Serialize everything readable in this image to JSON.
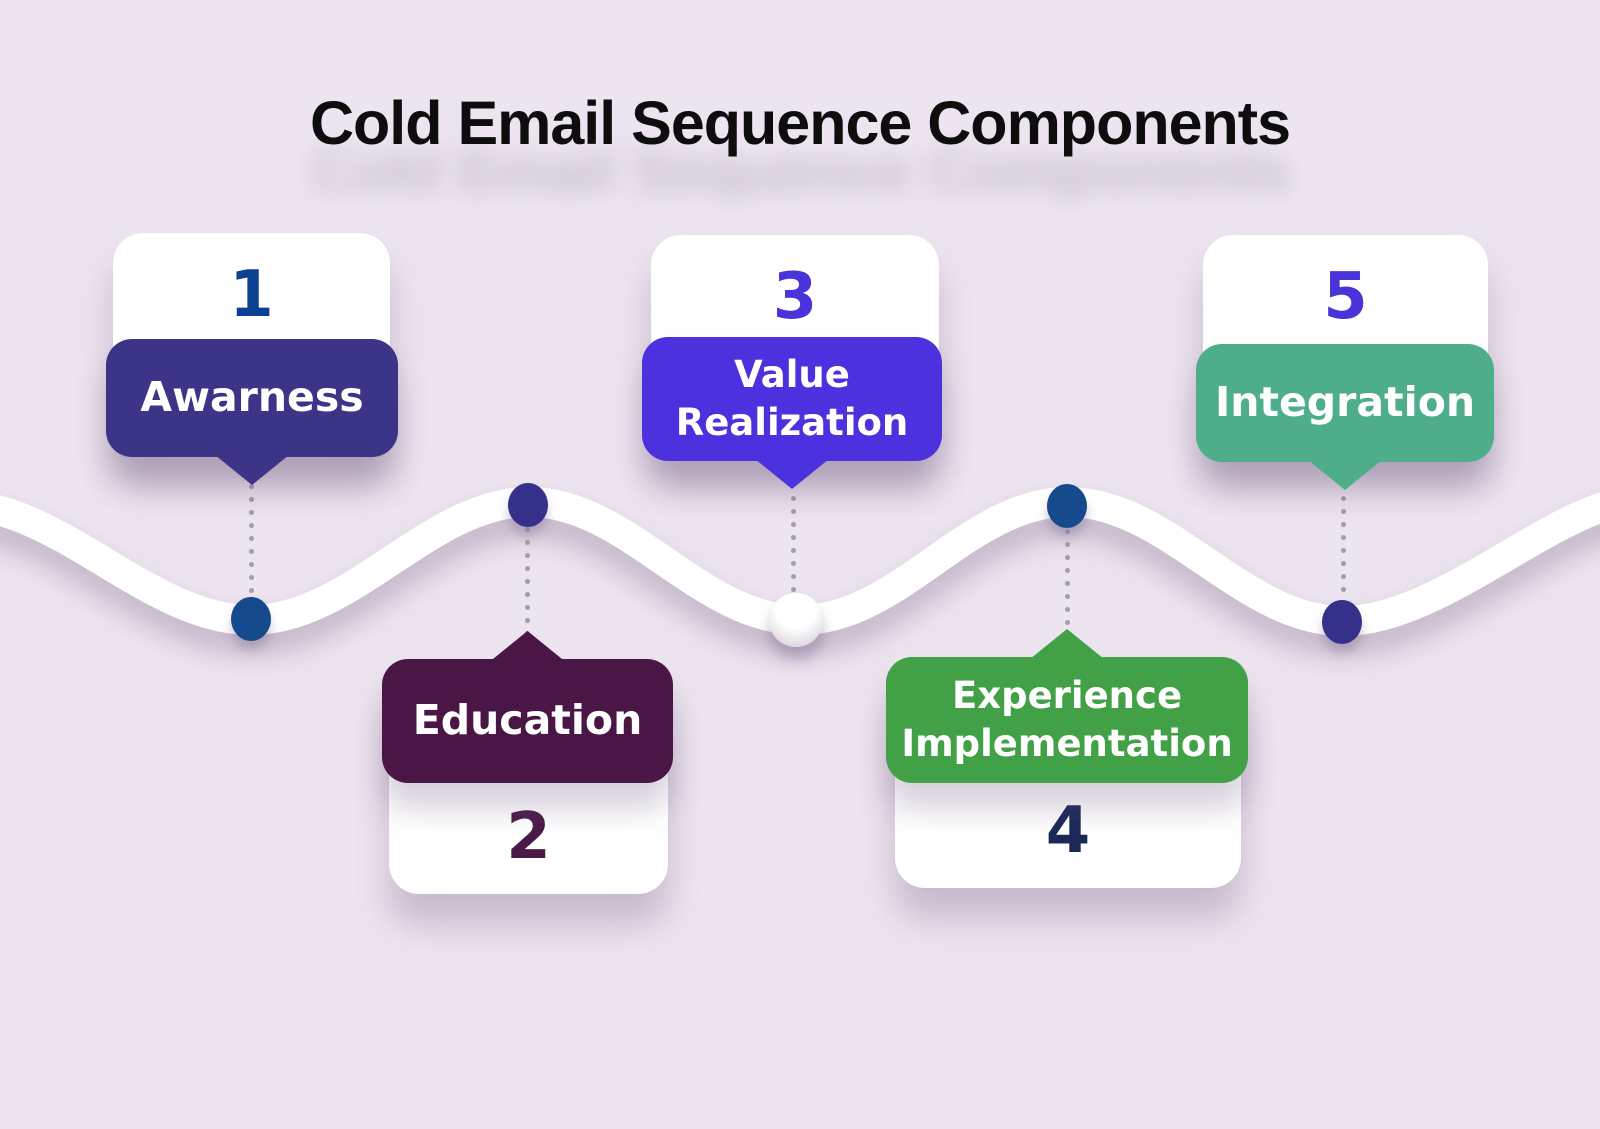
{
  "title": "Cold Email Sequence Components",
  "colors": {
    "background": "#ece4ee",
    "wave": "#ffffff",
    "connector": "#a49ea9",
    "card_white": "#ffffff",
    "label_text": "#ffffff"
  },
  "steps": [
    {
      "number": "1",
      "label": "Awarness",
      "band_color": "#3c3487",
      "number_color": "#0d4090",
      "marker_color": "#154a8c",
      "position": "above"
    },
    {
      "number": "2",
      "label": "Education",
      "band_color": "#4a1645",
      "number_color": "#4a1a47",
      "marker_color": "#35308a",
      "position": "below"
    },
    {
      "number": "3",
      "label": "Value Realization",
      "band_color": "#4c31df",
      "number_color": "#4834d9",
      "marker_color": "#ffffff",
      "position": "above"
    },
    {
      "number": "4",
      "label": "Experience Implementation",
      "band_color": "#42a047",
      "number_color": "#1b2957",
      "marker_color": "#154a8c",
      "position": "below"
    },
    {
      "number": "5",
      "label": "Integration",
      "band_color": "#4fae8a",
      "number_color": "#4834d9",
      "marker_color": "#35308a",
      "position": "above"
    }
  ]
}
